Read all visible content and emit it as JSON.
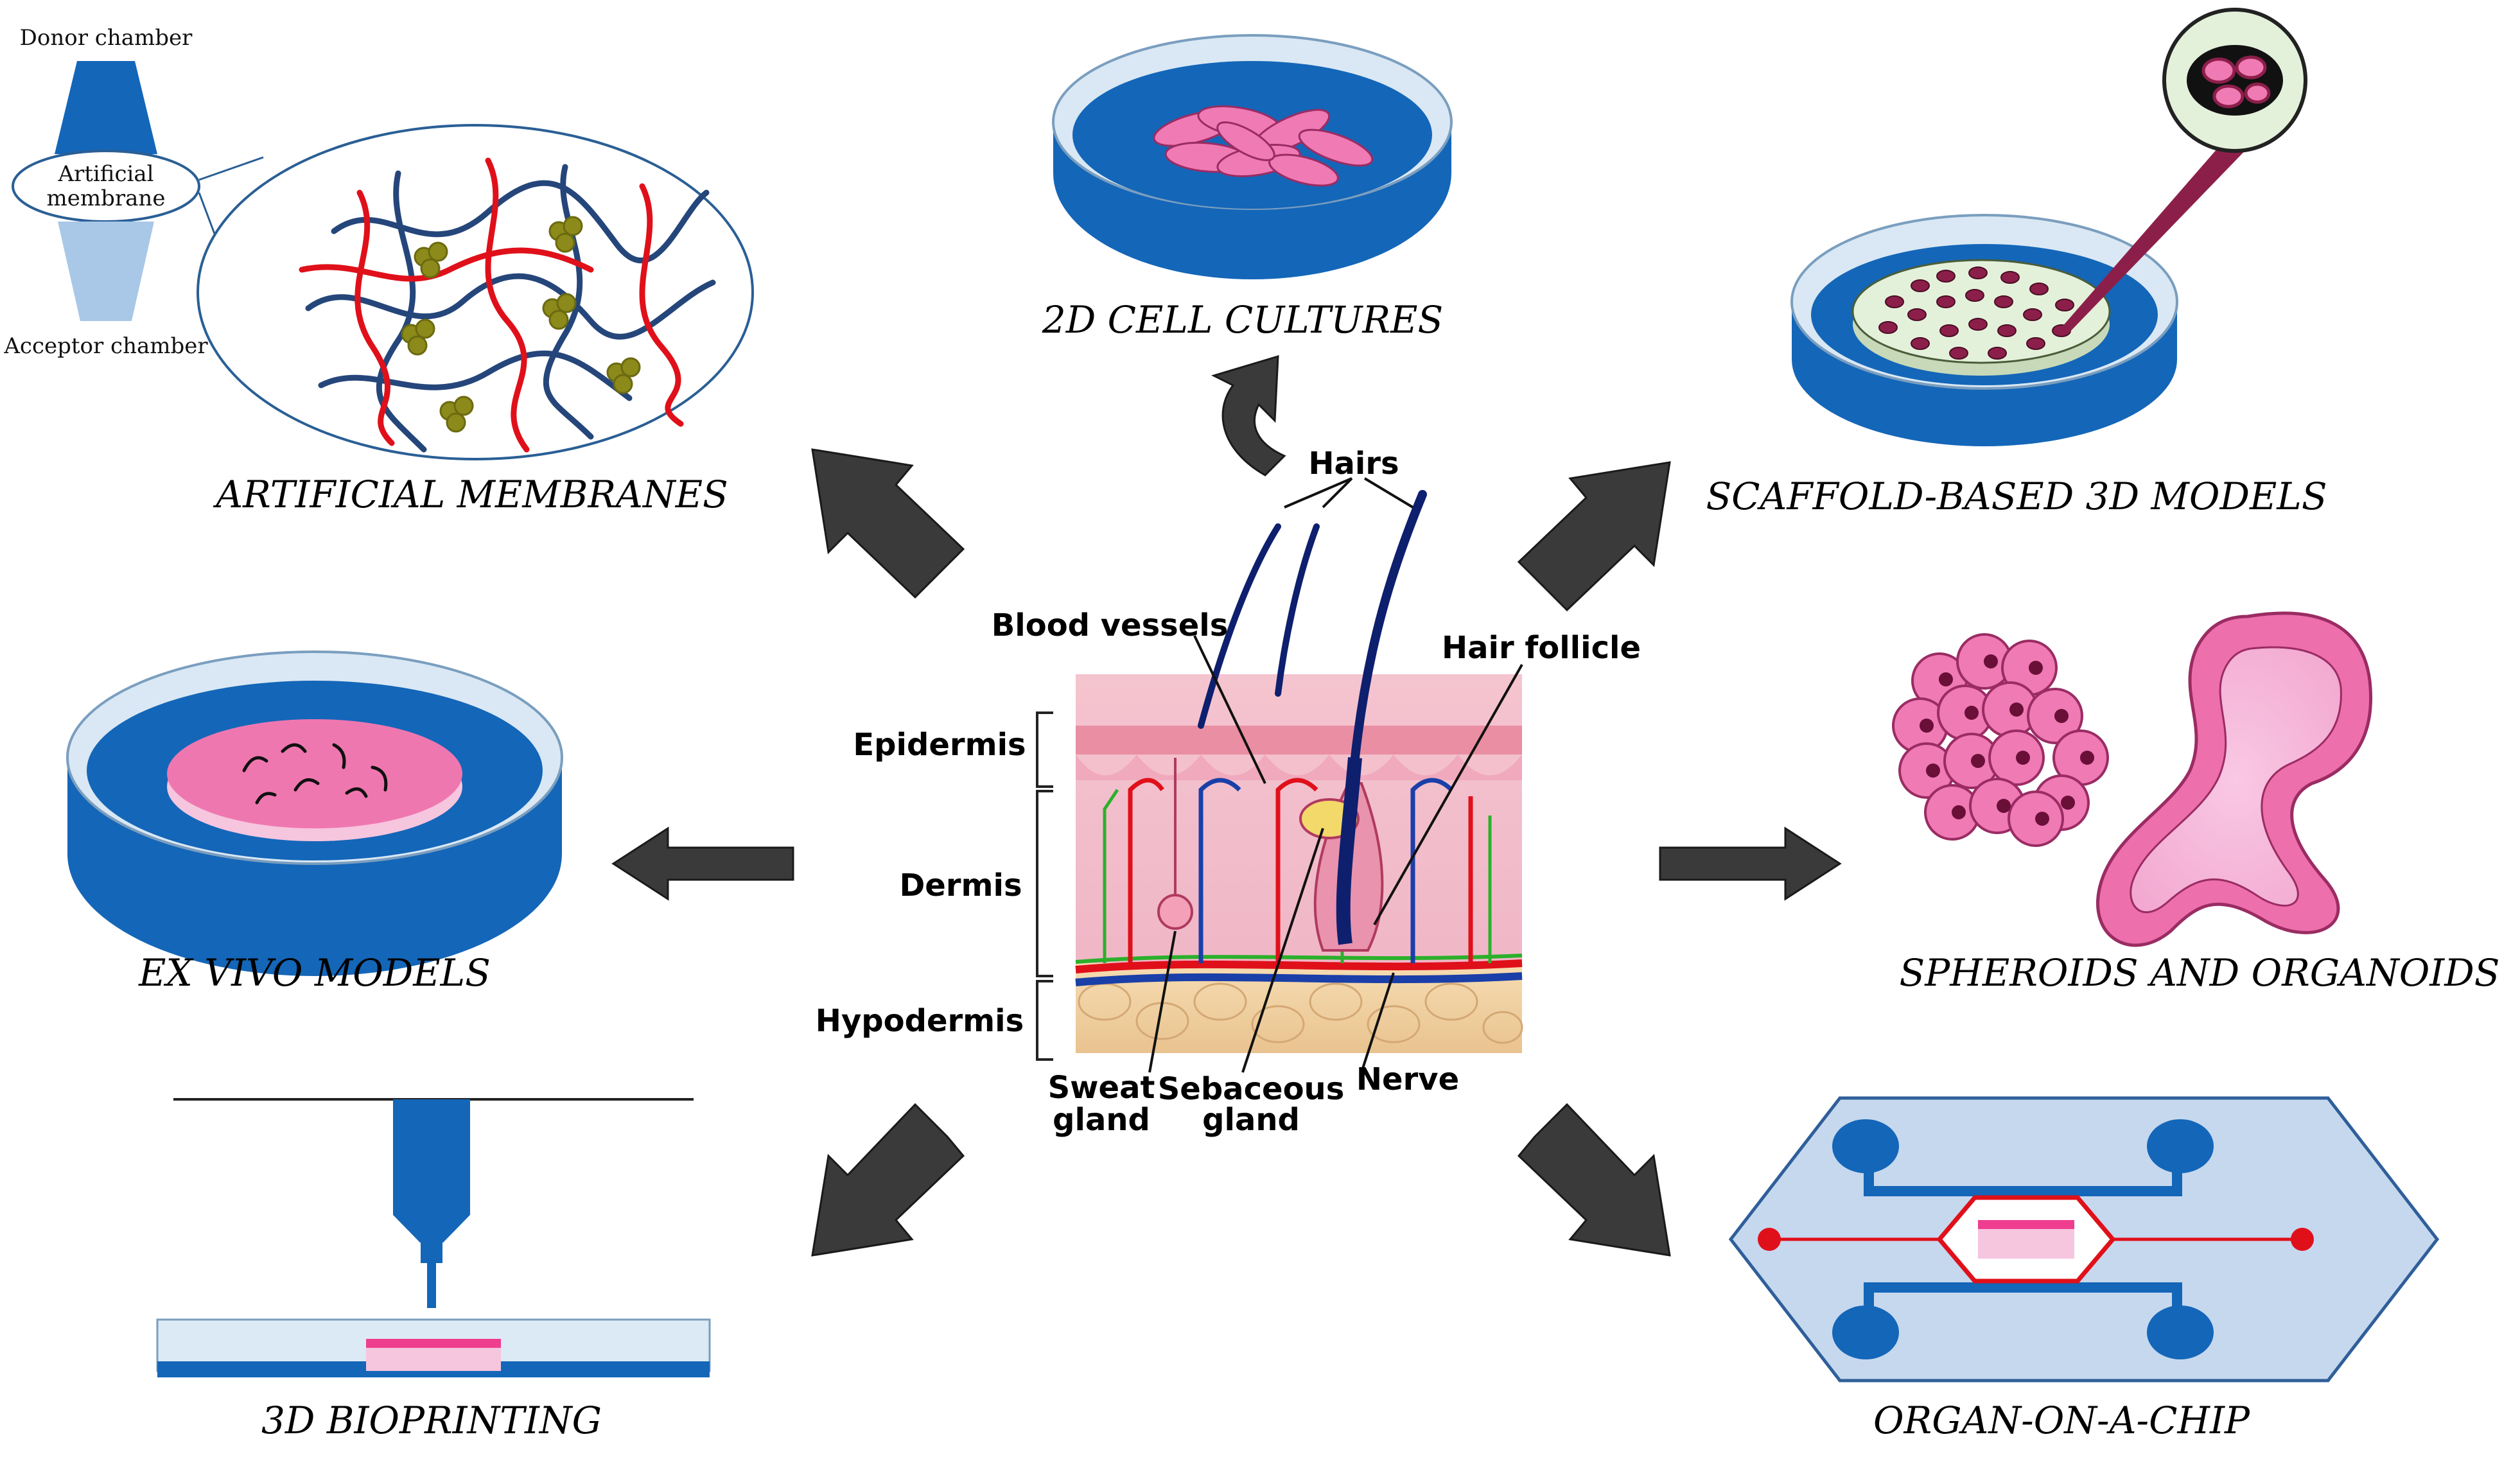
{
  "titles": {
    "artificial_membranes": "ARTIFICIAL MEMBRANES",
    "cell_cultures_2d": "2D CELL CULTURES",
    "scaffold_3d": "SCAFFOLD-BASED 3D MODELS",
    "ex_vivo": "EX VIVO MODELS",
    "spheroids_organoids": "SPHEROIDS AND ORGANOIDS",
    "bioprinting_3d": "3D BIOPRINTING",
    "organ_on_chip": "ORGAN-ON-A-CHIP"
  },
  "membrane_panel": {
    "donor": "Donor chamber",
    "membrane_line1": "Artificial",
    "membrane_line2": "membrane",
    "acceptor": "Acceptor chamber"
  },
  "skin": {
    "hairs": "Hairs",
    "blood_vessels": "Blood vessels",
    "hair_follicle": "Hair follicle",
    "epidermis": "Epidermis",
    "dermis": "Dermis",
    "hypodermis": "Hypodermis",
    "sweat_gland_line1": "Sweat",
    "sweat_gland_line2": "gland",
    "sebaceous_gland_line1": "Sebaceous",
    "sebaceous_gland_line2": "gland",
    "nerve": "Nerve"
  },
  "colors": {
    "dish_blue": "#1466b8",
    "dish_light": "#d9e8f4",
    "cell_pink": "#f07ab4",
    "arrow_dark": "#3a3a3a",
    "chip_bg": "#c6d8ee",
    "chip_red": "#e0101a"
  }
}
